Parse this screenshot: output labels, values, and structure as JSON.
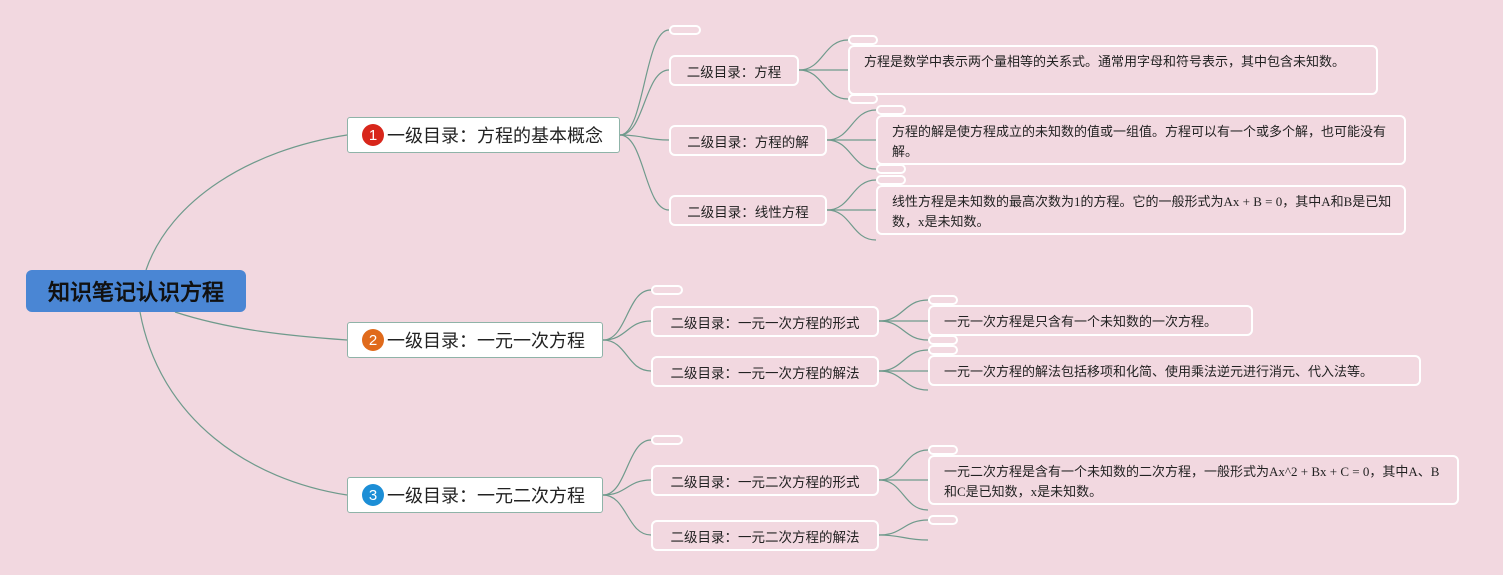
{
  "root": {
    "title": "知识笔记认识方程"
  },
  "colors": {
    "background": "#f2d8e0",
    "root": "#4a86d4",
    "badge1": "#d8261b",
    "badge2": "#e06a1b",
    "badge3": "#1c8ed6",
    "line": "#6f9a8c"
  },
  "branches": [
    {
      "badge": "1",
      "label": "一级目录：方程的基本概念",
      "children": [
        {
          "label": "二级目录：方程",
          "note": "方程是数学中表示两个量相等的关系式。通常用字母和符号表示，其中包含未知数。"
        },
        {
          "label": "二级目录：方程的解",
          "note": "方程的解是使方程成立的未知数的值或一组值。方程可以有一个或多个解，也可能没有解。"
        },
        {
          "label": "二级目录：线性方程",
          "note": "线性方程是未知数的最高次数为1的方程。它的一般形式为Ax + B = 0，其中A和B是已知数，x是未知数。"
        }
      ]
    },
    {
      "badge": "2",
      "label": "一级目录：一元一次方程",
      "children": [
        {
          "label": "二级目录：一元一次方程的形式",
          "note": "一元一次方程是只含有一个未知数的一次方程。"
        },
        {
          "label": "二级目录：一元一次方程的解法",
          "note": "一元一次方程的解法包括移项和化简、使用乘法逆元进行消元、代入法等。"
        }
      ]
    },
    {
      "badge": "3",
      "label": "一级目录：一元二次方程",
      "children": [
        {
          "label": "二级目录：一元二次方程的形式",
          "note": "一元二次方程是含有一个未知数的二次方程，一般形式为Ax^2 + Bx + C = 0，其中A、B和C是已知数，x是未知数。"
        },
        {
          "label": "二级目录：一元二次方程的解法",
          "note": ""
        }
      ]
    }
  ]
}
